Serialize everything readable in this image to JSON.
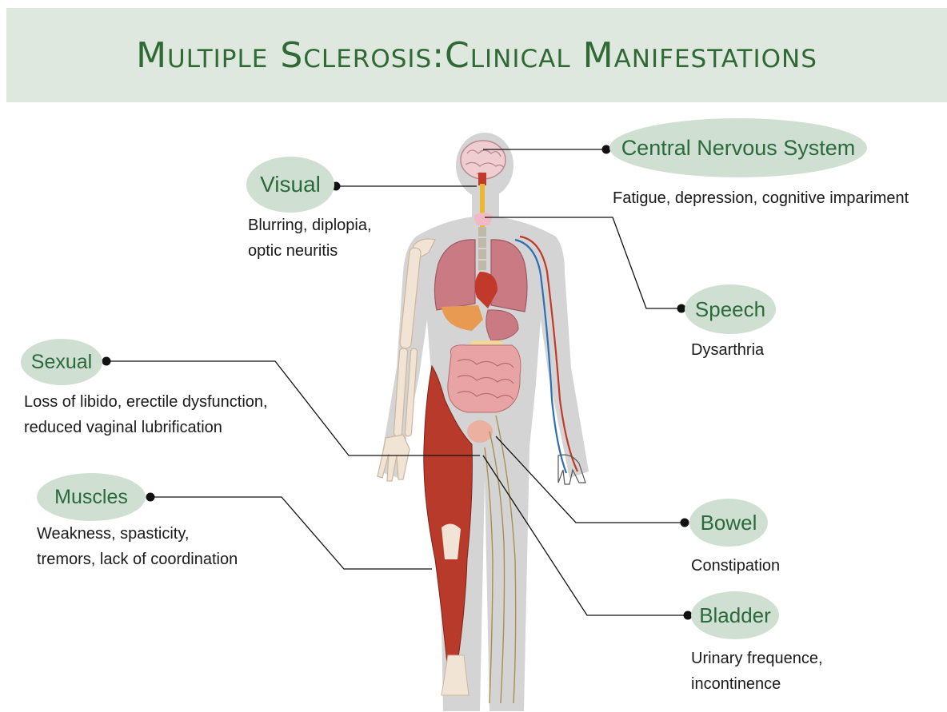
{
  "title": "Multiple Sclerosis:Clinical Manifestations",
  "colors": {
    "banner": "#dfe8df",
    "title_text": "#2f6a35",
    "pill_fill": "#cfe0d3",
    "pill_text": "#2b6a3a",
    "body_text": "#1a1a1a",
    "connector": "#111111"
  },
  "manifestations": [
    {
      "id": "cns",
      "label": "Central Nervous System",
      "description": [
        "Fatigue, depression, cognitive impariment"
      ]
    },
    {
      "id": "visual",
      "label": "Visual",
      "description": [
        "Blurring, diplopia,",
        "optic neuritis"
      ]
    },
    {
      "id": "speech",
      "label": "Speech",
      "description": [
        "Dysarthria"
      ]
    },
    {
      "id": "sexual",
      "label": "Sexual",
      "description": [
        "Loss of libido, erectile dysfunction,",
        "reduced vaginal lubrification"
      ]
    },
    {
      "id": "muscles",
      "label": "Muscles",
      "description": [
        "Weakness, spasticity,",
        "tremors, lack of coordination"
      ]
    },
    {
      "id": "bowel",
      "label": "Bowel",
      "description": [
        "Constipation"
      ]
    },
    {
      "id": "bladder",
      "label": "Bladder",
      "description": [
        "Urinary frequence,",
        "incontinence"
      ]
    }
  ]
}
